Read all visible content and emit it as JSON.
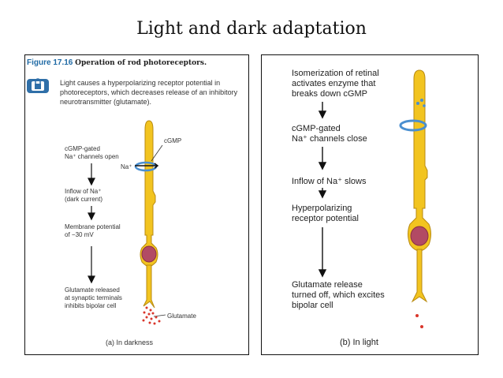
{
  "title": "Light and dark adaptation",
  "panel_a": {
    "figure_number": "Figure 17.16",
    "figure_title": "Operation of rod photoreceptors.",
    "description": "Light causes a hyperpolarizing receptor potential in photoreceptors, which decreases release of an inhibitory neurotransmitter (glutamate).",
    "steps": [
      "cGMP-gated\nNa⁺ channels open",
      "Inflow of Na⁺\n(dark current)",
      "Membrane potential\nof −30 mV",
      "Glutamate released\nat synaptic terminals\ninhibits bipolar cell"
    ],
    "label_cgmp": "cGMP",
    "label_na": "Na⁺",
    "label_glutamate": "Glutamate",
    "caption": "(a) In darkness"
  },
  "panel_b": {
    "steps": [
      "Isomerization of retinal\nactivates enzyme that\nbreaks down cGMP",
      "cGMP-gated\nNa⁺ channels close",
      "Inflow of Na⁺ slows",
      "Hyperpolarizing\nreceptor potential",
      "Glutamate release\nturned off, which excites\nbipolar cell"
    ],
    "caption": "(b) In light"
  },
  "colors": {
    "rod_fill": "#f2c420",
    "rod_stroke": "#b88a10",
    "nucleus": "#b24a64",
    "channel": "#4a8fd0",
    "glutamate": "#d9362b"
  }
}
